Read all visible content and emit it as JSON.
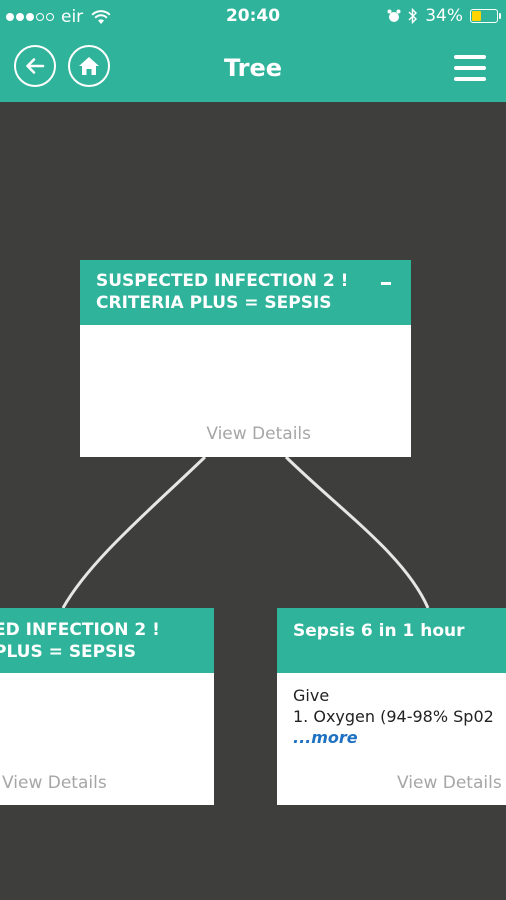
{
  "status_bar": {
    "carrier": "eir",
    "time": "20:40",
    "battery": "34%",
    "battery_level": 0.34
  },
  "header": {
    "title": "Tree",
    "back_icon": "back-arrow-icon",
    "home_icon": "home-icon",
    "menu_icon": "hamburger-menu-icon"
  },
  "colors": {
    "brand": "#2fb39a",
    "canvas": "#3e3e3d",
    "link": "#1f72c2"
  },
  "tree": {
    "root": {
      "title_line1": "SUSPECTED INFECTION 2 !",
      "title_line2": "CRITERIA PLUS = SEPSIS",
      "details_label": "View Details"
    },
    "children": [
      {
        "title_line1": "ED INFECTION 2 !",
        "title_line2": "PLUS = SEPSIS",
        "details_label": "View Details"
      },
      {
        "title_line1": "Sepsis 6 in 1 hour",
        "body_line1": "Give",
        "body_line2": "1. Oxygen (94-98% Sp02",
        "more_label": "...more",
        "details_label": "View Details"
      }
    ]
  }
}
